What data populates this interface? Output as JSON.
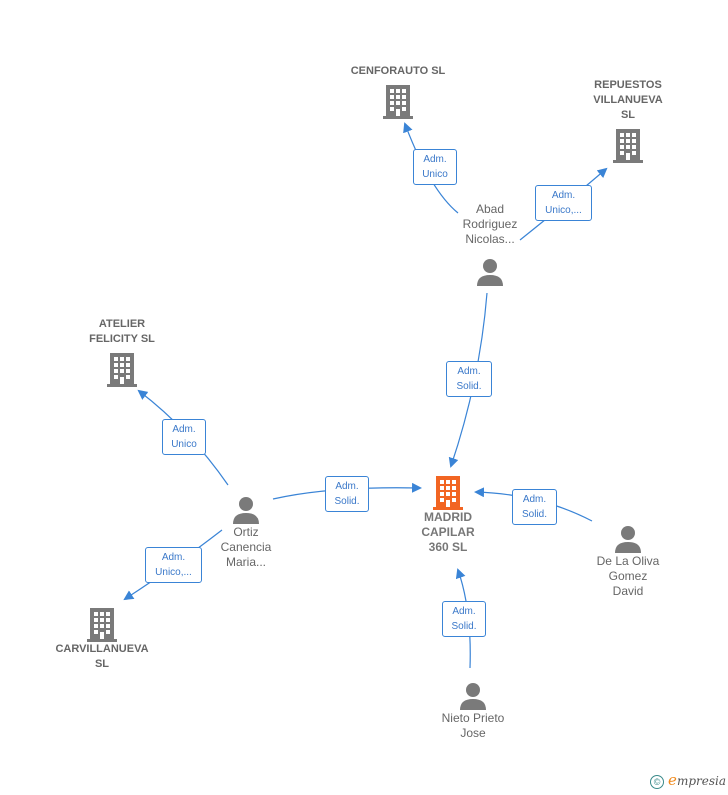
{
  "companies": {
    "madrid_capilar": {
      "label": "MADRID\nCAPILAR\n360  SL"
    },
    "cenforauto": {
      "label": "CENFORAUTO SL"
    },
    "repuestos": {
      "label": "REPUESTOS\nVILLANUEVA\nSL"
    },
    "atelier": {
      "label": "ATELIER\nFELICITY  SL"
    },
    "carvillanueva": {
      "label": "CARVILLANUEVA\nSL"
    }
  },
  "persons": {
    "abad": {
      "label": "Abad\nRodriguez\nNicolas..."
    },
    "ortiz": {
      "label": "Ortiz\nCanencia\nMaria..."
    },
    "delaoliva": {
      "label": "De La Oliva\nGomez\nDavid"
    },
    "nieto": {
      "label": "Nieto Prieto\nJose"
    }
  },
  "roles": {
    "abad_cenforauto": "Adm.\nUnico",
    "abad_repuestos": "Adm.\nUnico,...",
    "abad_madrid": "Adm.\nSolid.",
    "ortiz_atelier": "Adm.\nUnico",
    "ortiz_madrid": "Adm.\nSolid.",
    "ortiz_carvillanueva": "Adm.\nUnico,...",
    "delaoliva_madrid": "Adm.\nSolid.",
    "nieto_madrid": "Adm.\nSolid."
  },
  "colors": {
    "main_company": "#f26522",
    "company": "#7a7a7a",
    "person": "#7a7a7a",
    "edge": "#3a84d6"
  },
  "footer": {
    "copyright_symbol": "©",
    "brand_e": "e",
    "brand_rest": "mpresia"
  }
}
